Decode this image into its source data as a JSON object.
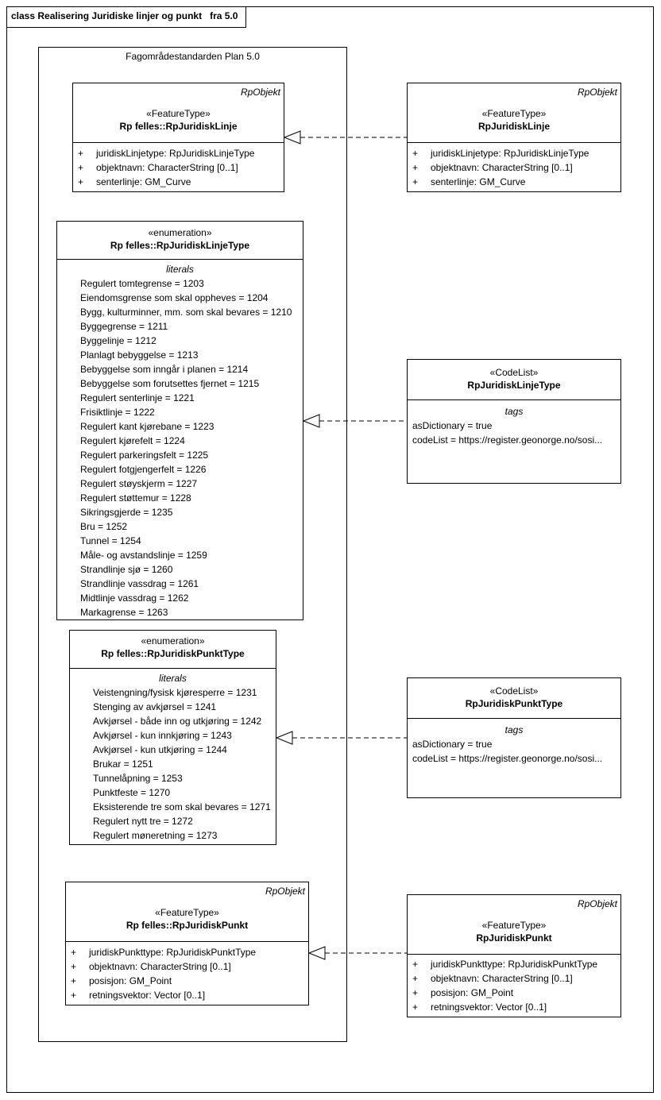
{
  "frame": {
    "title": "class Realisering Juridiske linjer og punkt   fra 5.0"
  },
  "package": {
    "name": "Fagområdestandarden Plan 5.0"
  },
  "classes": {
    "fellesLinje": {
      "parent": "RpObjekt",
      "stereotype": "«FeatureType»",
      "name": "Rp felles::RpJuridiskLinje",
      "attributes": [
        {
          "vis": "+",
          "text": "juridiskLinjetype: RpJuridiskLinjeType"
        },
        {
          "vis": "+",
          "text": "objektnavn: CharacterString [0..1]"
        },
        {
          "vis": "+",
          "text": "senterlinje: GM_Curve"
        }
      ]
    },
    "linje": {
      "parent": "RpObjekt",
      "stereotype": "«FeatureType»",
      "name": "RpJuridiskLinje",
      "attributes": [
        {
          "vis": "+",
          "text": "juridiskLinjetype: RpJuridiskLinjeType"
        },
        {
          "vis": "+",
          "text": "objektnavn: CharacterString [0..1]"
        },
        {
          "vis": "+",
          "text": "senterlinje: GM_Curve"
        }
      ]
    },
    "linjeTypeEnum": {
      "stereotype": "«enumeration»",
      "name": "Rp felles::RpJuridiskLinjeType",
      "section": "literals",
      "literals": [
        "Regulert tomtegrense = 1203",
        "Eiendomsgrense som skal oppheves = 1204",
        "Bygg, kulturminner, mm. som skal bevares = 1210",
        "Byggegrense = 1211",
        "Byggelinje = 1212",
        "Planlagt bebyggelse = 1213",
        "Bebyggelse som inngår i planen = 1214",
        "Bebyggelse som forutsettes fjernet = 1215",
        "Regulert senterlinje = 1221",
        "Frisiktlinje = 1222",
        "Regulert kant kjørebane = 1223",
        "Regulert kjørefelt = 1224",
        "Regulert parkeringsfelt = 1225",
        "Regulert fotgjengerfelt = 1226",
        "Regulert støyskjerm = 1227",
        "Regulert støttemur = 1228",
        "Sikringsgjerde = 1235",
        "Bru = 1252",
        "Tunnel = 1254",
        "Måle- og avstandslinje = 1259",
        "Strandlinje sjø = 1260",
        "Strandlinje vassdrag = 1261",
        "Midtlinje vassdrag = 1262",
        "Markagrense = 1263"
      ]
    },
    "linjeTypeCodeList": {
      "stereotype": "«CodeList»",
      "name": "RpJuridiskLinjeType",
      "section": "tags",
      "tags": [
        "asDictionary = true",
        "codeList = https://register.geonorge.no/sosi..."
      ]
    },
    "punktTypeEnum": {
      "stereotype": "«enumeration»",
      "name": "Rp felles::RpJuridiskPunktType",
      "section": "literals",
      "literals": [
        "Veistengning/fysisk kjøresperre = 1231",
        "Stenging av avkjørsel = 1241",
        "Avkjørsel - både inn og utkjøring = 1242",
        "Avkjørsel - kun innkjøring = 1243",
        "Avkjørsel - kun utkjøring = 1244",
        "Brukar = 1251",
        "Tunnelåpning = 1253",
        "Punktfeste = 1270",
        "Eksisterende tre som skal bevares = 1271",
        "Regulert nytt tre = 1272",
        "Regulert møneretning = 1273"
      ]
    },
    "punktTypeCodeList": {
      "stereotype": "«CodeList»",
      "name": "RpJuridiskPunktType",
      "section": "tags",
      "tags": [
        "asDictionary = true",
        "codeList = https://register.geonorge.no/sosi..."
      ]
    },
    "fellesPunkt": {
      "parent": "RpObjekt",
      "stereotype": "«FeatureType»",
      "name": "Rp felles::RpJuridiskPunkt",
      "attributes": [
        {
          "vis": "+",
          "text": "juridiskPunkttype: RpJuridiskPunktType"
        },
        {
          "vis": "+",
          "text": "objektnavn: CharacterString [0..1]"
        },
        {
          "vis": "+",
          "text": "posisjon: GM_Point"
        },
        {
          "vis": "+",
          "text": "retningsvektor: Vector [0..1]"
        }
      ]
    },
    "punkt": {
      "parent": "RpObjekt",
      "stereotype": "«FeatureType»",
      "name": "RpJuridiskPunkt",
      "attributes": [
        {
          "vis": "+",
          "text": "juridiskPunkttype: RpJuridiskPunktType"
        },
        {
          "vis": "+",
          "text": "objektnavn: CharacterString [0..1]"
        },
        {
          "vis": "+",
          "text": "posisjon: GM_Point"
        },
        {
          "vis": "+",
          "text": "retningsvektor: Vector [0..1]"
        }
      ]
    }
  }
}
